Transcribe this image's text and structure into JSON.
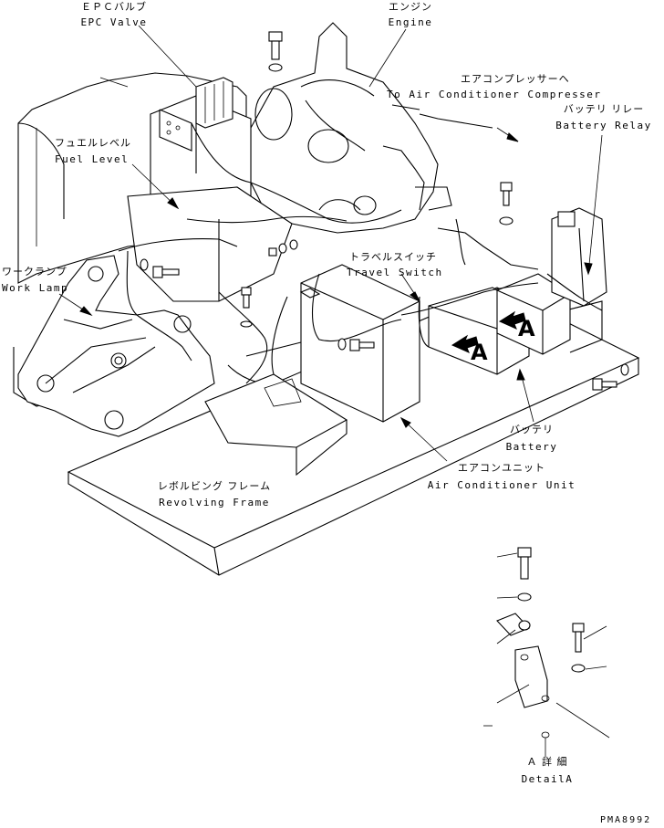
{
  "labels": {
    "epc_valve": {
      "jp": "ＥＰＣバルブ",
      "en": "EPC Valve"
    },
    "engine": {
      "jp": "エンジン",
      "en": "Engine"
    },
    "compressor": {
      "jp": "エアコンプレッサーヘ",
      "en": "To Air Conditioner Compresser"
    },
    "battery_relay": {
      "jp": "バッテリ リレー",
      "en": "Battery Relay"
    },
    "fuel_level": {
      "jp": "フュエルレベル",
      "en": "Fuel Level"
    },
    "travel_switch": {
      "jp": "トラベルスイッチ",
      "en": "Travel Switch"
    },
    "work_lamp": {
      "jp": "ワークランプ",
      "en": "Work Lamp"
    },
    "battery": {
      "jp": "バッテリ",
      "en": "Battery"
    },
    "air_conditioner_unit": {
      "jp": "エアコンユニット",
      "en": "Air Conditioner Unit"
    },
    "revolving_frame": {
      "jp": "レボルビング フレーム",
      "en": "Revolving Frame"
    },
    "detail": {
      "jp": "Ａ 詳 細",
      "en": "DetailA"
    }
  },
  "markers": {
    "battery_a1": "A",
    "battery_a2": "A"
  },
  "drawing_code": "PMA8992"
}
